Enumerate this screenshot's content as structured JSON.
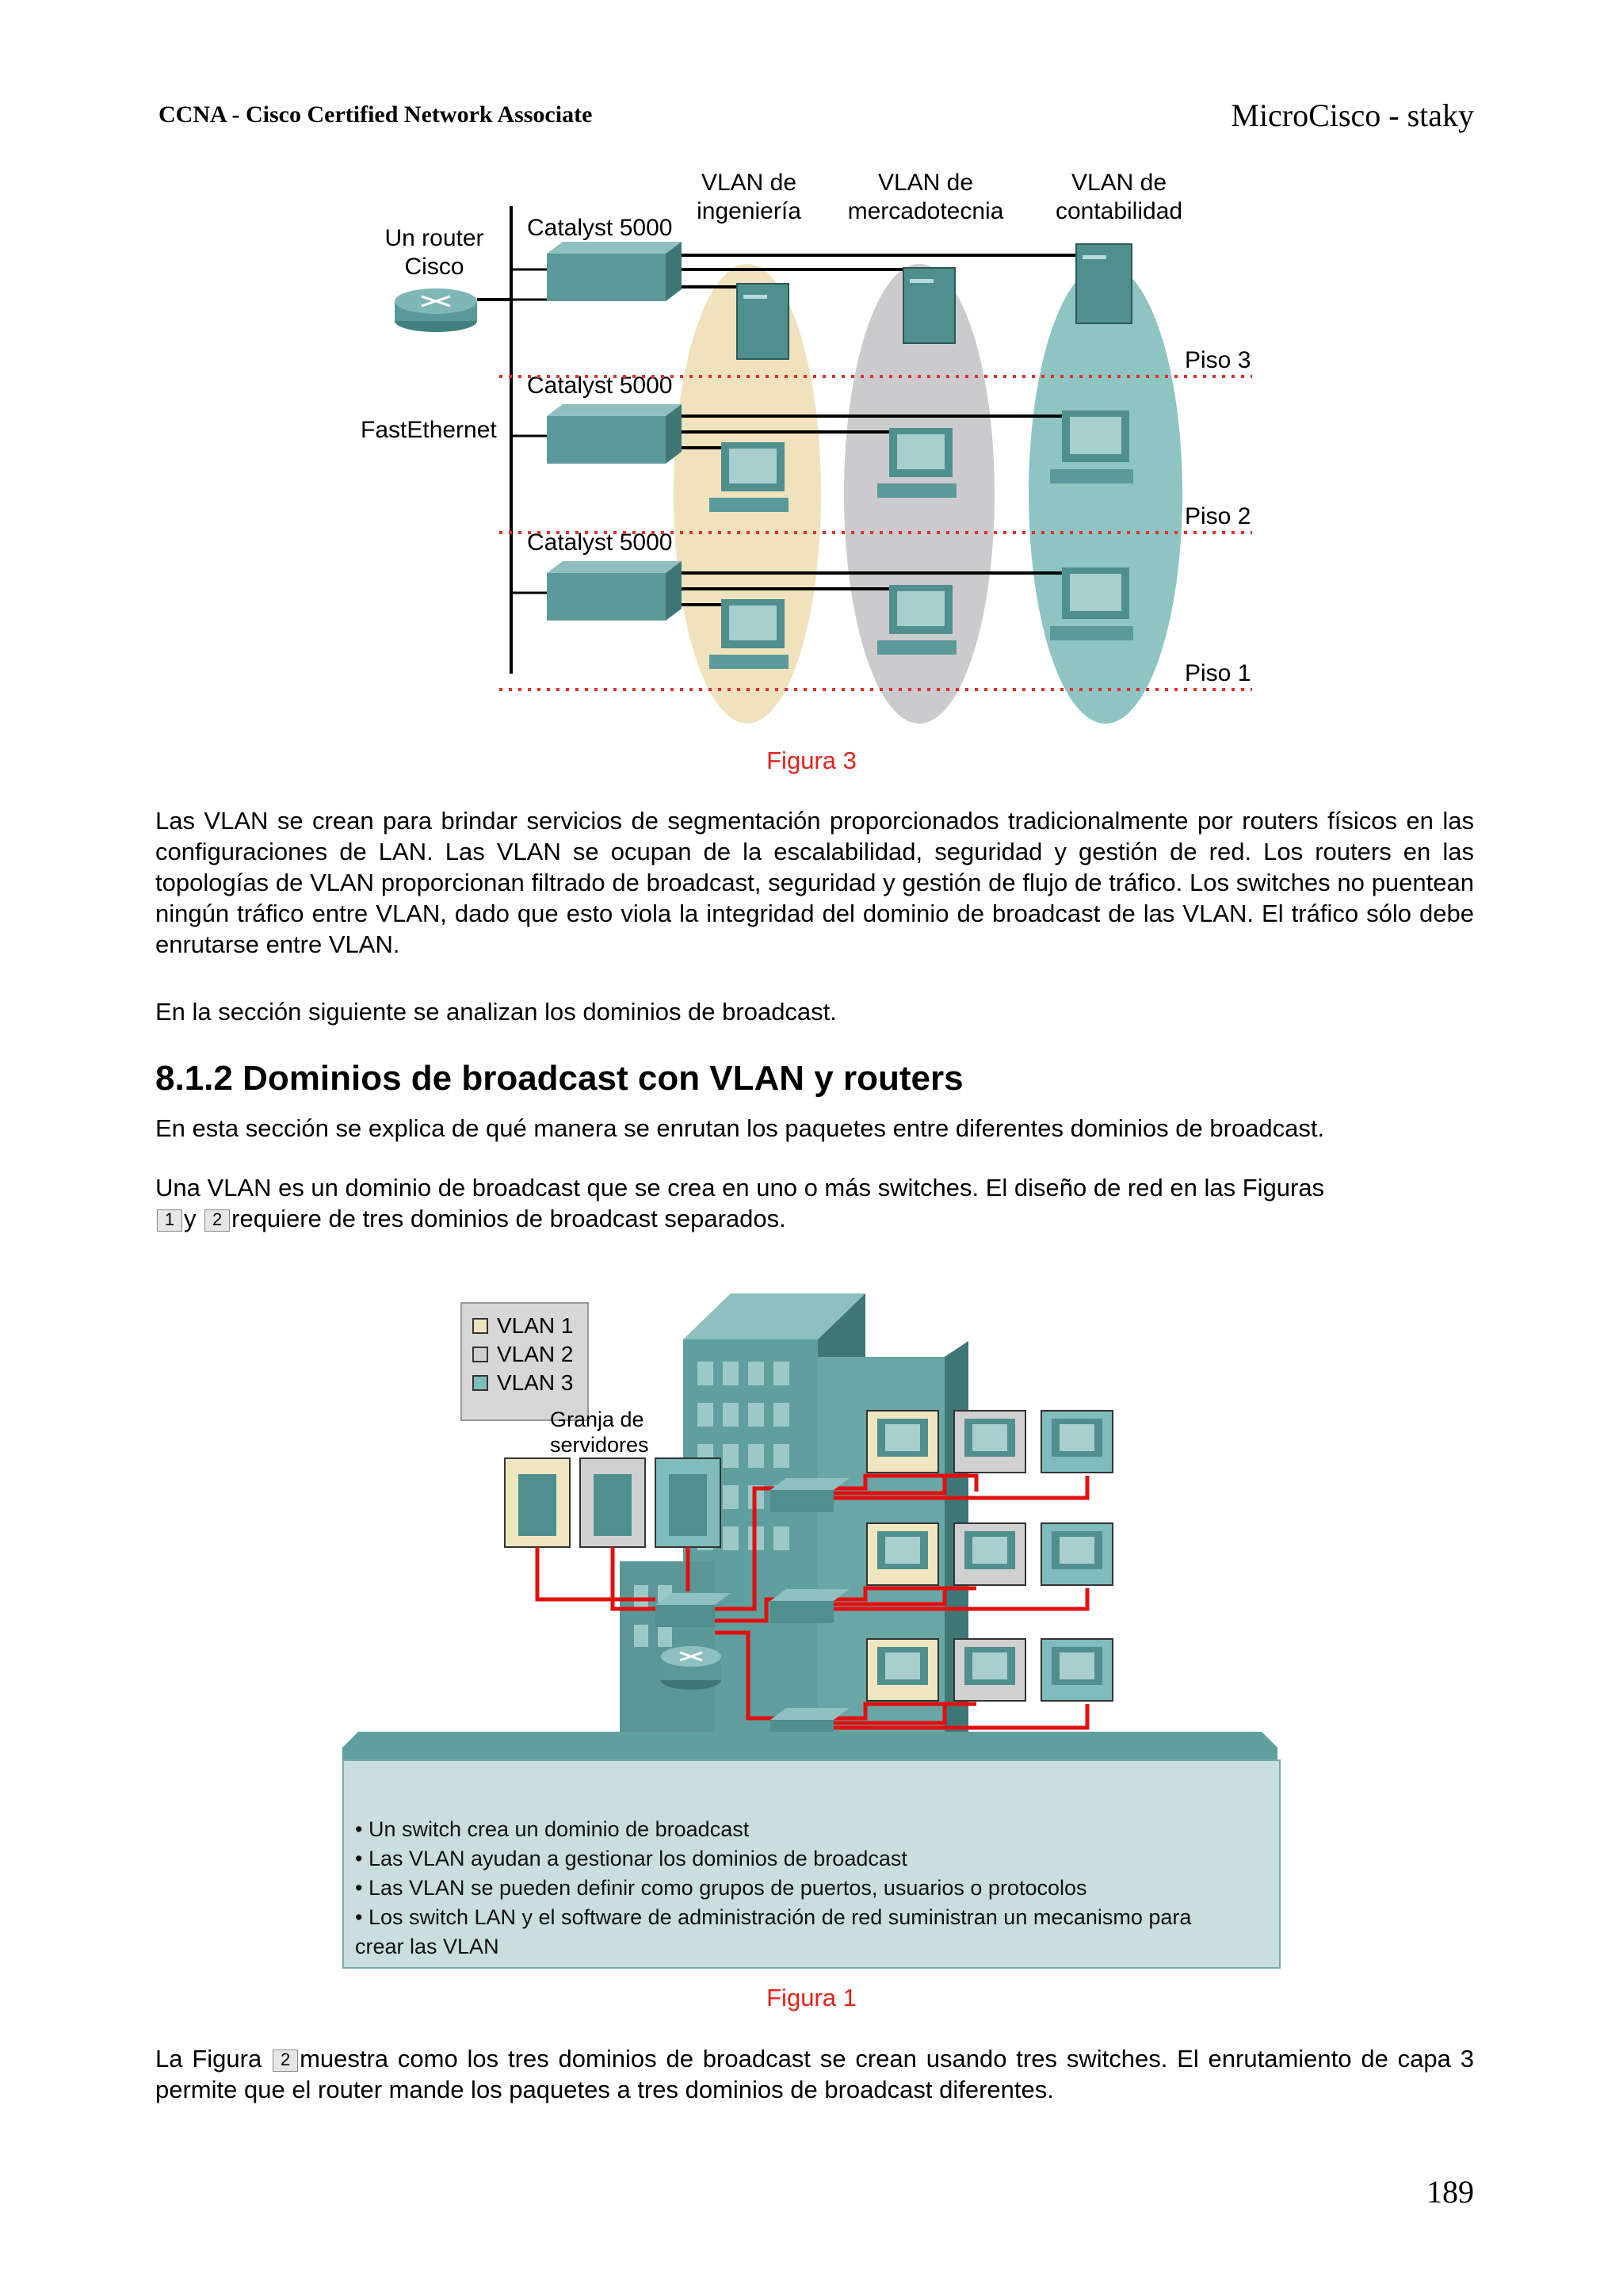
{
  "header": {
    "left": "CCNA - Cisco Certified Network Associate",
    "right": "MicroCisco - staky"
  },
  "figure3": {
    "vlan_labels": [
      {
        "line1": "VLAN de",
        "line2": "ingeniería"
      },
      {
        "line1": "VLAN de",
        "line2": "mercadotecnia"
      },
      {
        "line1": "VLAN de",
        "line2": "contabilidad"
      }
    ],
    "router_label": [
      "Un router",
      "Cisco"
    ],
    "switch_label": "Catalyst 5000",
    "backbone_label": "FastEthernet",
    "floors": [
      "Piso 3",
      "Piso 2",
      "Piso 1"
    ],
    "caption": "Figura 3",
    "colors": {
      "ingenieria": "#efe2bd",
      "mercadotecnia": "#cbcbcd",
      "contabilidad": "#8ec5c3",
      "floor_line": "#e03030"
    }
  },
  "body": {
    "para1": "Las VLAN se crean para brindar servicios de segmentación proporcionados tradicionalmente por routers físicos en las configuraciones de LAN. Las VLAN se ocupan de la escalabilidad, seguridad y gestión de red. Los routers en las topologías de VLAN proporcionan filtrado de broadcast, seguridad y gestión de flujo de tráfico. Los switches no puentean ningún tráfico entre VLAN, dado que esto viola la integridad del dominio de broadcast de las VLAN. El tráfico sólo debe enrutarse entre VLAN.",
    "para2": "En la sección siguiente se analizan los dominios de broadcast.",
    "heading": "8.1.2 Dominios de broadcast con VLAN y routers",
    "para3": "En esta sección se explica de qué manera se enrutan los paquetes entre diferentes dominios de broadcast.",
    "para4_a": "Una VLAN es un dominio de broadcast que se crea en uno o más switches. El diseño de red en las Figuras",
    "ref1": "1",
    "para4_y": "y",
    "ref2": "2",
    "para4_b": "requiere de tres dominios de broadcast separados.",
    "para5_a": "La Figura",
    "ref3": "2",
    "para5_b": "muestra como los tres dominios de broadcast se crean usando tres switches. El enrutamiento de capa 3 permite que el router mande los paquetes a tres dominios de broadcast diferentes."
  },
  "figure1": {
    "legend": [
      "VLAN 1",
      "VLAN 2",
      "VLAN 3"
    ],
    "legend_colors": [
      "#efe6c0",
      "#d0d0d0",
      "#7fbcbb"
    ],
    "server_farm": [
      "Granja de",
      "servidores"
    ],
    "bullets": [
      "•  Un switch crea un dominio de broadcast",
      "•  Las VLAN ayudan a gestionar los dominios de broadcast",
      "•  Las VLAN se pueden definir como grupos de puertos, usuarios o protocolos",
      "•  Los switch LAN y el software de administración de red suministran un mecanismo para",
      "crear las VLAN"
    ],
    "caption": "Figura 1"
  },
  "page_number": "189"
}
